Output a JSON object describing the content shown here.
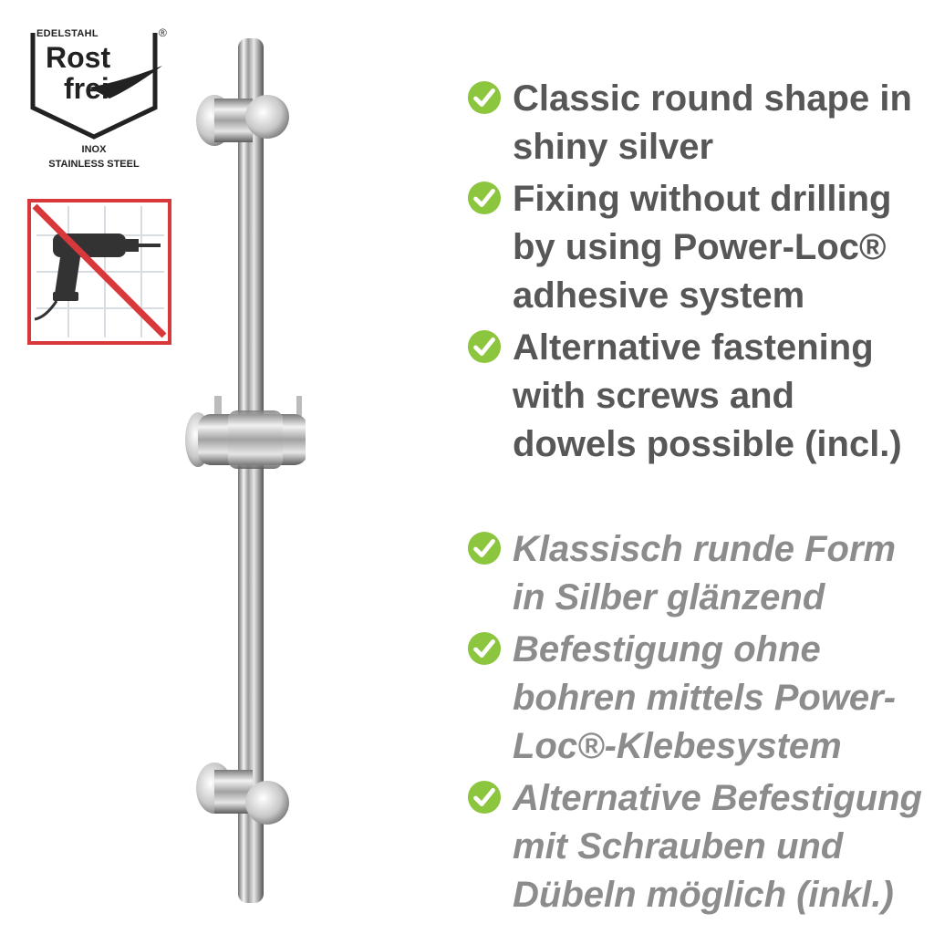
{
  "badge": {
    "top_text": "EDELSTAHL",
    "registered": "®",
    "line1": "Rost",
    "line2": "frei",
    "inox": "INOX",
    "stainless": "STAINLESS STEEL"
  },
  "colors": {
    "check_green": "#8cc63f",
    "text_dark": "#575757",
    "text_light": "#8c8c8c",
    "sign_red": "#d9383a"
  },
  "features_en": [
    "Classic round shape in shiny silver",
    "Fixing without drilling by using Power-Loc® adhesive system",
    "Alternative fastening with screws and dowels possible (incl.)"
  ],
  "features_de": [
    "Klassisch runde Form in Silber glänzend",
    "Befestigung ohne bohren mittels Power-Loc®-Klebesystem",
    "Alternative Befestigung mit Schrauben und Dübeln möglich (inkl.)"
  ],
  "icons": {
    "check": "check-circle-icon",
    "no_drill": "no-drill-icon"
  }
}
